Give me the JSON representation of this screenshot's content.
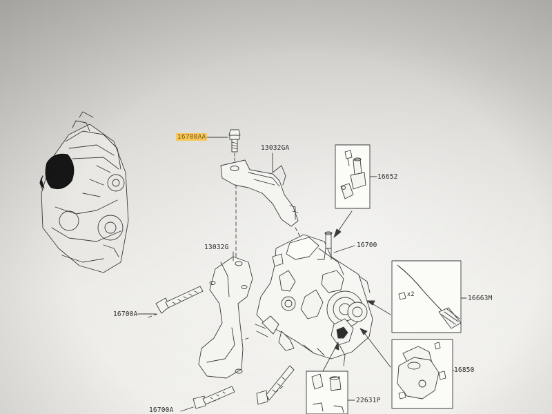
{
  "labels": {
    "p16700AA": "16700AA",
    "p13032GA": "13032GA",
    "p16652": "16652",
    "p16700": "16700",
    "p13032G": "13032G",
    "p16700A_upper": "16700A",
    "p16663M": "16663M",
    "x2": "x2",
    "p16850": "16850",
    "p22631P": "22631P",
    "p16700A_lower": "16700A"
  },
  "colors": {
    "highlight": "#f7c85a",
    "ink": "#2a2a2a"
  }
}
